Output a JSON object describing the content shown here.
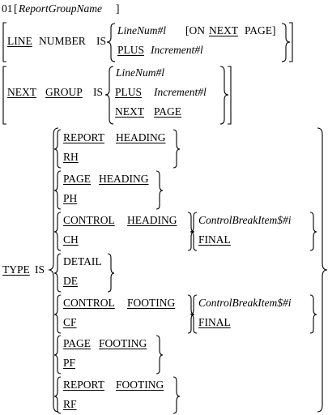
{
  "header": {
    "level": "01",
    "group_name": "ReportGroupName"
  },
  "line_number_clause": {
    "line": "LINE",
    "number": "NUMBER",
    "is": "IS",
    "line_num": "LineNum#l",
    "on_open": "[ON",
    "next": "NEXT",
    "page": "PAGE]",
    "plus": "PLUS",
    "increment": "Increment#l"
  },
  "next_group_clause": {
    "next": "NEXT",
    "group": "GROUP",
    "is": "IS",
    "line_num": "LineNum#l",
    "plus": "PLUS",
    "increment": "Increment#l",
    "next2": "NEXT",
    "page": "PAGE"
  },
  "type_clause": {
    "type": "TYPE",
    "is": "IS",
    "report_heading": [
      "REPORT",
      "HEADING"
    ],
    "rh": "RH",
    "page_heading": [
      "PAGE",
      "HEADING"
    ],
    "ph": "PH",
    "control_heading": [
      "CONTROL",
      "HEADING"
    ],
    "ch": "CH",
    "control_break_item": "ControlBreakItem$#i",
    "final": "FINAL",
    "detail": "DETAIL",
    "de": "DE",
    "control_footing": [
      "CONTROL",
      "FOOTING"
    ],
    "cf": "CF",
    "page_footing": [
      "PAGE",
      "FOOTING"
    ],
    "pf": "PF",
    "report_footing": [
      "REPORT",
      "FOOTING"
    ],
    "rf": "RF"
  }
}
